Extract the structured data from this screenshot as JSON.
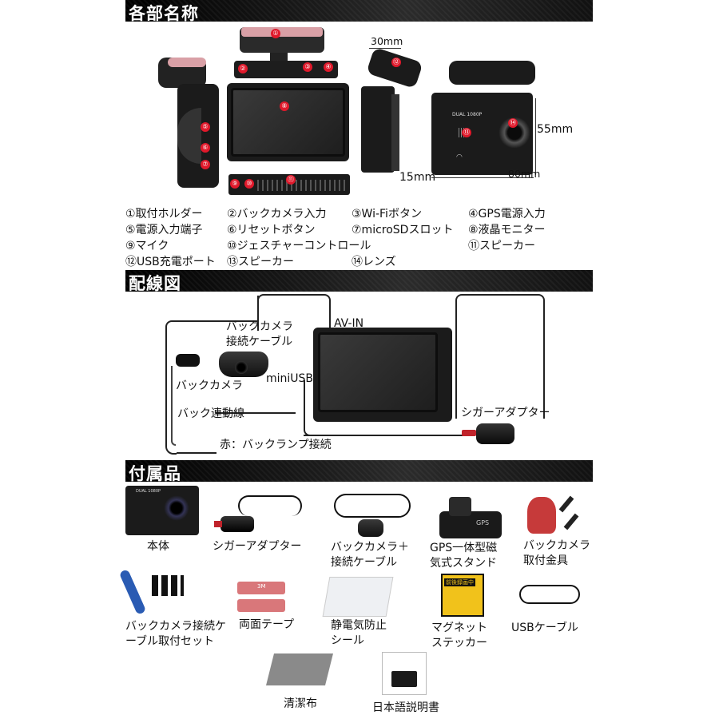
{
  "sections": {
    "names": "各部名称",
    "wiring": "配線図",
    "accessories": "付属品"
  },
  "dimensions": {
    "width": "30mm",
    "height": "55mm",
    "depth": "15mm",
    "length": "80mm"
  },
  "device_label": "DUAL 1080P",
  "badges": [
    "①",
    "②",
    "③",
    "④",
    "⑤",
    "⑥",
    "⑦",
    "⑧",
    "⑨",
    "⑩",
    "⑪",
    "⑫",
    "⑬",
    "⑭"
  ],
  "parts": [
    [
      "①取付ホルダー",
      "②バックカメラ入力",
      "③Wi-Fiボタン",
      "④GPS電源入力"
    ],
    [
      "⑤電源入力端子",
      "⑥リセットボタン",
      "⑦microSDスロット",
      "⑧液晶モニター"
    ],
    [
      "⑨マイク",
      "⑩ジェスチャーコントロール",
      "",
      "⑪スピーカー"
    ],
    [
      "⑫USB充電ポート",
      "⑬スピーカー",
      "⑭レンズ",
      ""
    ]
  ],
  "wiring": {
    "back_cable": [
      "バックカメラ",
      "接続ケーブル"
    ],
    "av_in": "AV-IN",
    "back_camera": "バックカメラ",
    "mini_usb": "miniUSB",
    "back_link": "バック連動線",
    "cigar": "シガーアダプター",
    "red_wire": "赤：バックランプ接続"
  },
  "accessories": [
    {
      "label": [
        "本体"
      ]
    },
    {
      "label": [
        "シガーアダプター"
      ]
    },
    {
      "label": [
        "バックカメラ＋",
        "接続ケーブル"
      ]
    },
    {
      "label": [
        "GPS一体型磁",
        "気式スタンド"
      ]
    },
    {
      "label": [
        "バックカメラ",
        "取付金具"
      ]
    },
    {
      "label": [
        "バックカメラ接続ケ",
        "ーブル取付セット"
      ]
    },
    {
      "label": [
        "両面テープ"
      ]
    },
    {
      "label": [
        "静電気防止",
        "シール"
      ]
    },
    {
      "label": [
        "マグネット",
        "ステッカー"
      ]
    },
    {
      "label": [
        "USBケーブル"
      ]
    },
    {
      "label": [
        "清潔布"
      ]
    },
    {
      "label": [
        "日本語説明書"
      ]
    }
  ],
  "sticker_text": "前後録画中",
  "gps_text": "GPS",
  "tape_text": "3M"
}
